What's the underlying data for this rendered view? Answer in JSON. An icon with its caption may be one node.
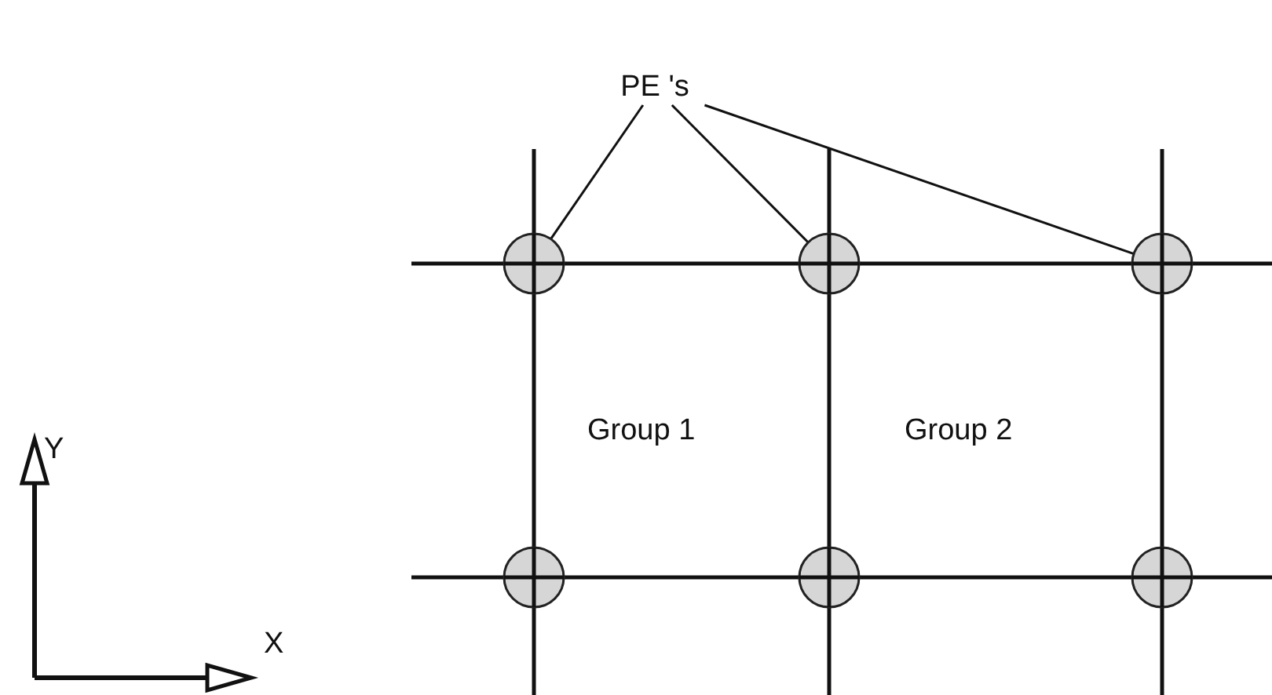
{
  "diagram": {
    "nodes": [
      {
        "text": [
          "PE 's"
        ]
      },
      {
        "text": [],
        "shape": "circle"
      },
      {
        "text": [],
        "shape": "circle"
      },
      {
        "text": [],
        "shape": "circle"
      },
      {
        "text": [],
        "shape": "circle"
      },
      {
        "text": [],
        "shape": "circle"
      },
      {
        "text": [],
        "shape": "circle"
      }
    ],
    "edges": [
      {
        "from": 0,
        "to": 1,
        "arrow": "none"
      },
      {
        "from": 0,
        "to": 2,
        "arrow": "none"
      },
      {
        "from": 0,
        "to": 3,
        "arrow": "none"
      },
      {
        "from": 1,
        "to": 2,
        "arrow": "none"
      },
      {
        "from": 2,
        "to": 3,
        "arrow": "none"
      },
      {
        "from": 4,
        "to": 5,
        "arrow": "none"
      },
      {
        "from": 5,
        "to": 6,
        "arrow": "none"
      },
      {
        "from": 1,
        "to": 4,
        "arrow": "none"
      },
      {
        "from": 2,
        "to": 5,
        "arrow": "none"
      },
      {
        "from": 3,
        "to": 6,
        "arrow": "none"
      },
      {
        "from": 1,
        "to": null,
        "arrow": "none"
      },
      {
        "from": 3,
        "to": null,
        "arrow": "none"
      },
      {
        "from": 4,
        "to": null,
        "arrow": "none"
      },
      {
        "from": 6,
        "to": null,
        "arrow": "none"
      },
      {
        "from": 1,
        "to": null,
        "arrow": "none"
      },
      {
        "from": 2,
        "to": null,
        "arrow": "none"
      },
      {
        "from": 3,
        "to": null,
        "arrow": "none"
      },
      {
        "from": 4,
        "to": null,
        "arrow": "none"
      },
      {
        "from": 5,
        "to": null,
        "arrow": "none"
      },
      {
        "from": 6,
        "to": null,
        "arrow": "none"
      }
    ],
    "labels": [
      "Y",
      "Group 1",
      "Group 2",
      "X"
    ]
  }
}
